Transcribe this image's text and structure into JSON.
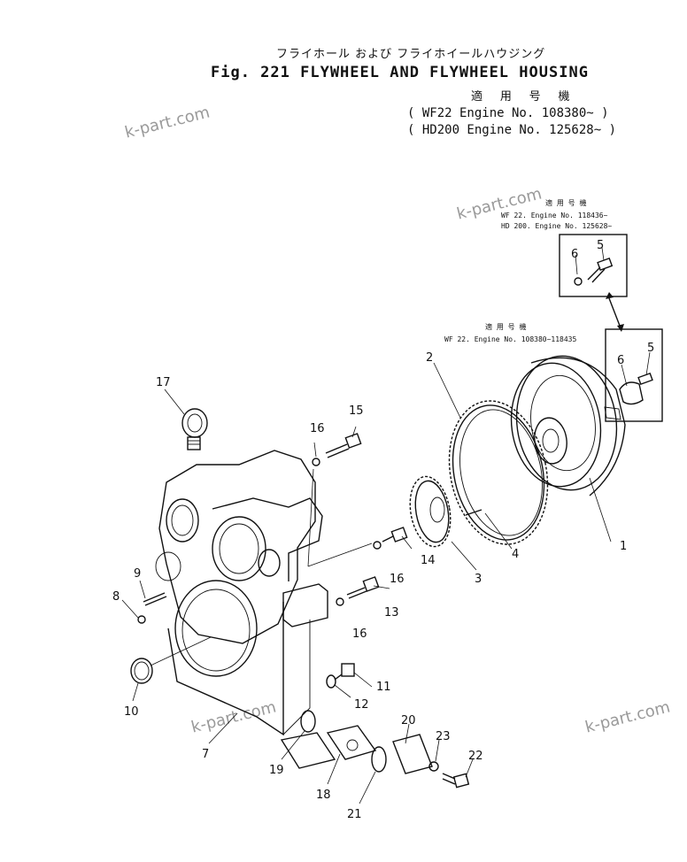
{
  "header": {
    "title_jp": "フライホール および フライホイールハウジング",
    "title_en": "Fig. 221 FLYWHEEL AND FLYWHEEL HOUSING",
    "applicability_header": "適 用 号 機",
    "applicability_lines": [
      "( WF22 Engine No. 108380~ )",
      "( HD200 Engine No. 125628~ )"
    ]
  },
  "watermark": "k-part.com",
  "callouts": {
    "upper_box_hdr": "適 用 号 機",
    "upper_box_line1": "WF 22. Engine No. 118436~",
    "upper_box_line2": "HD 200. Engine No. 125628~",
    "lower_box_hdr": "適 用 号 機",
    "lower_box_line1": "WF 22. Engine No. 108380~118435"
  },
  "part_numbers": [
    "1",
    "2",
    "3",
    "4",
    "5",
    "5",
    "6",
    "6",
    "7",
    "8",
    "9",
    "10",
    "11",
    "12",
    "13",
    "14",
    "15",
    "16",
    "16",
    "16",
    "17",
    "18",
    "19",
    "20",
    "21",
    "22",
    "23"
  ]
}
